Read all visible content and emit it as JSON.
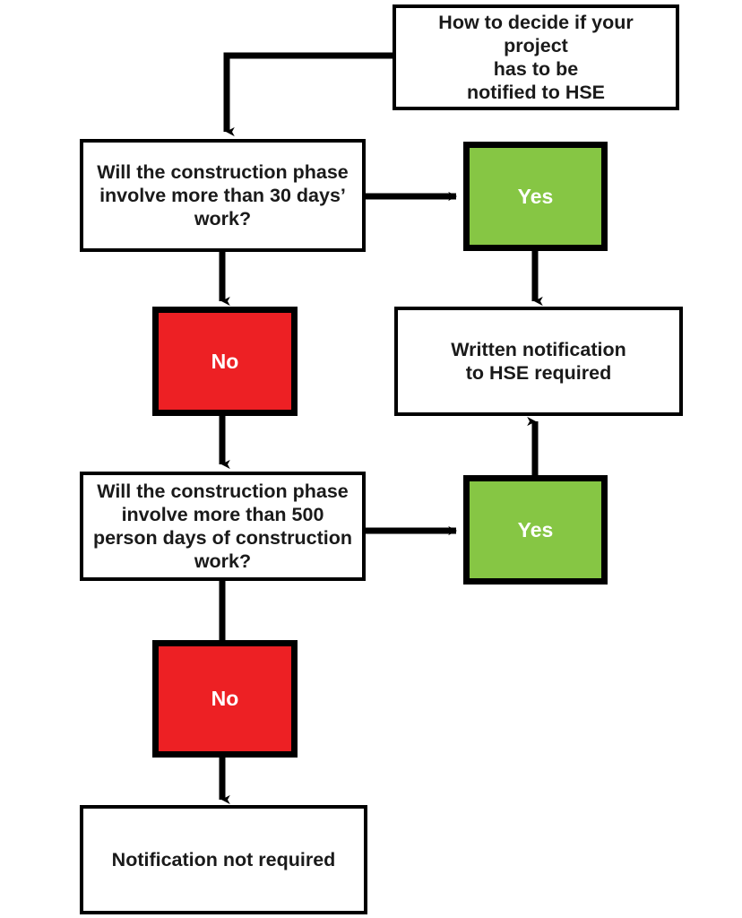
{
  "diagram": {
    "title": "How to decide if your project has to be notified to HSE",
    "colors": {
      "yes_fill": "#86c644",
      "no_fill": "#ed2024",
      "box_border": "#000000",
      "box_fill": "#ffffff",
      "text": "#1a1a1a",
      "answer_text": "#ffffff"
    },
    "nodes": {
      "title_box": "How to decide if your project\nhas to be\nnotified to HSE",
      "question_30_days": "Will the construction phase\ninvolve more than 30 days’\nwork?",
      "yes_30_days": "Yes",
      "no_30_days": "No",
      "written_notification": "Written notification\nto HSE required",
      "question_500_days": "Will the construction phase\ninvolve more than 500\nperson days of construction\nwork?",
      "yes_500_days": "Yes",
      "no_500_days": "No",
      "notification_not_required": "Notification not required"
    },
    "edges": [
      {
        "from": "title_box",
        "to": "question_30_days",
        "shape": "elbow-left-down",
        "label": ""
      },
      {
        "from": "question_30_days",
        "to": "yes_30_days",
        "shape": "right",
        "label": ""
      },
      {
        "from": "question_30_days",
        "to": "no_30_days",
        "shape": "down",
        "label": ""
      },
      {
        "from": "yes_30_days",
        "to": "written_notification",
        "shape": "down",
        "label": ""
      },
      {
        "from": "no_30_days",
        "to": "question_500_days",
        "shape": "down",
        "label": ""
      },
      {
        "from": "question_500_days",
        "to": "yes_500_days",
        "shape": "right",
        "label": ""
      },
      {
        "from": "question_500_days",
        "to": "no_500_days",
        "shape": "down",
        "label": ""
      },
      {
        "from": "yes_500_days",
        "to": "written_notification",
        "shape": "up",
        "label": ""
      },
      {
        "from": "no_500_days",
        "to": "notification_not_required",
        "shape": "down",
        "label": ""
      }
    ]
  }
}
